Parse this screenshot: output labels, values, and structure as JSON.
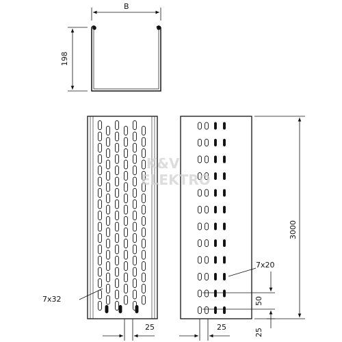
{
  "dimensions": {
    "width": "B",
    "height": "198",
    "length": "3000",
    "hole_pitch": "50",
    "hole_offset_side": "25",
    "hole_offset_bottom": "25",
    "edge_offset_left": "25",
    "edge_offset_right": "25"
  },
  "holes": {
    "side": "7x32",
    "base": "7x20"
  },
  "watermark": {
    "line1": "K&V",
    "line2": "ELEKTRO"
  },
  "colors": {
    "line": "#111111",
    "watermark": "#cfcfcf"
  }
}
